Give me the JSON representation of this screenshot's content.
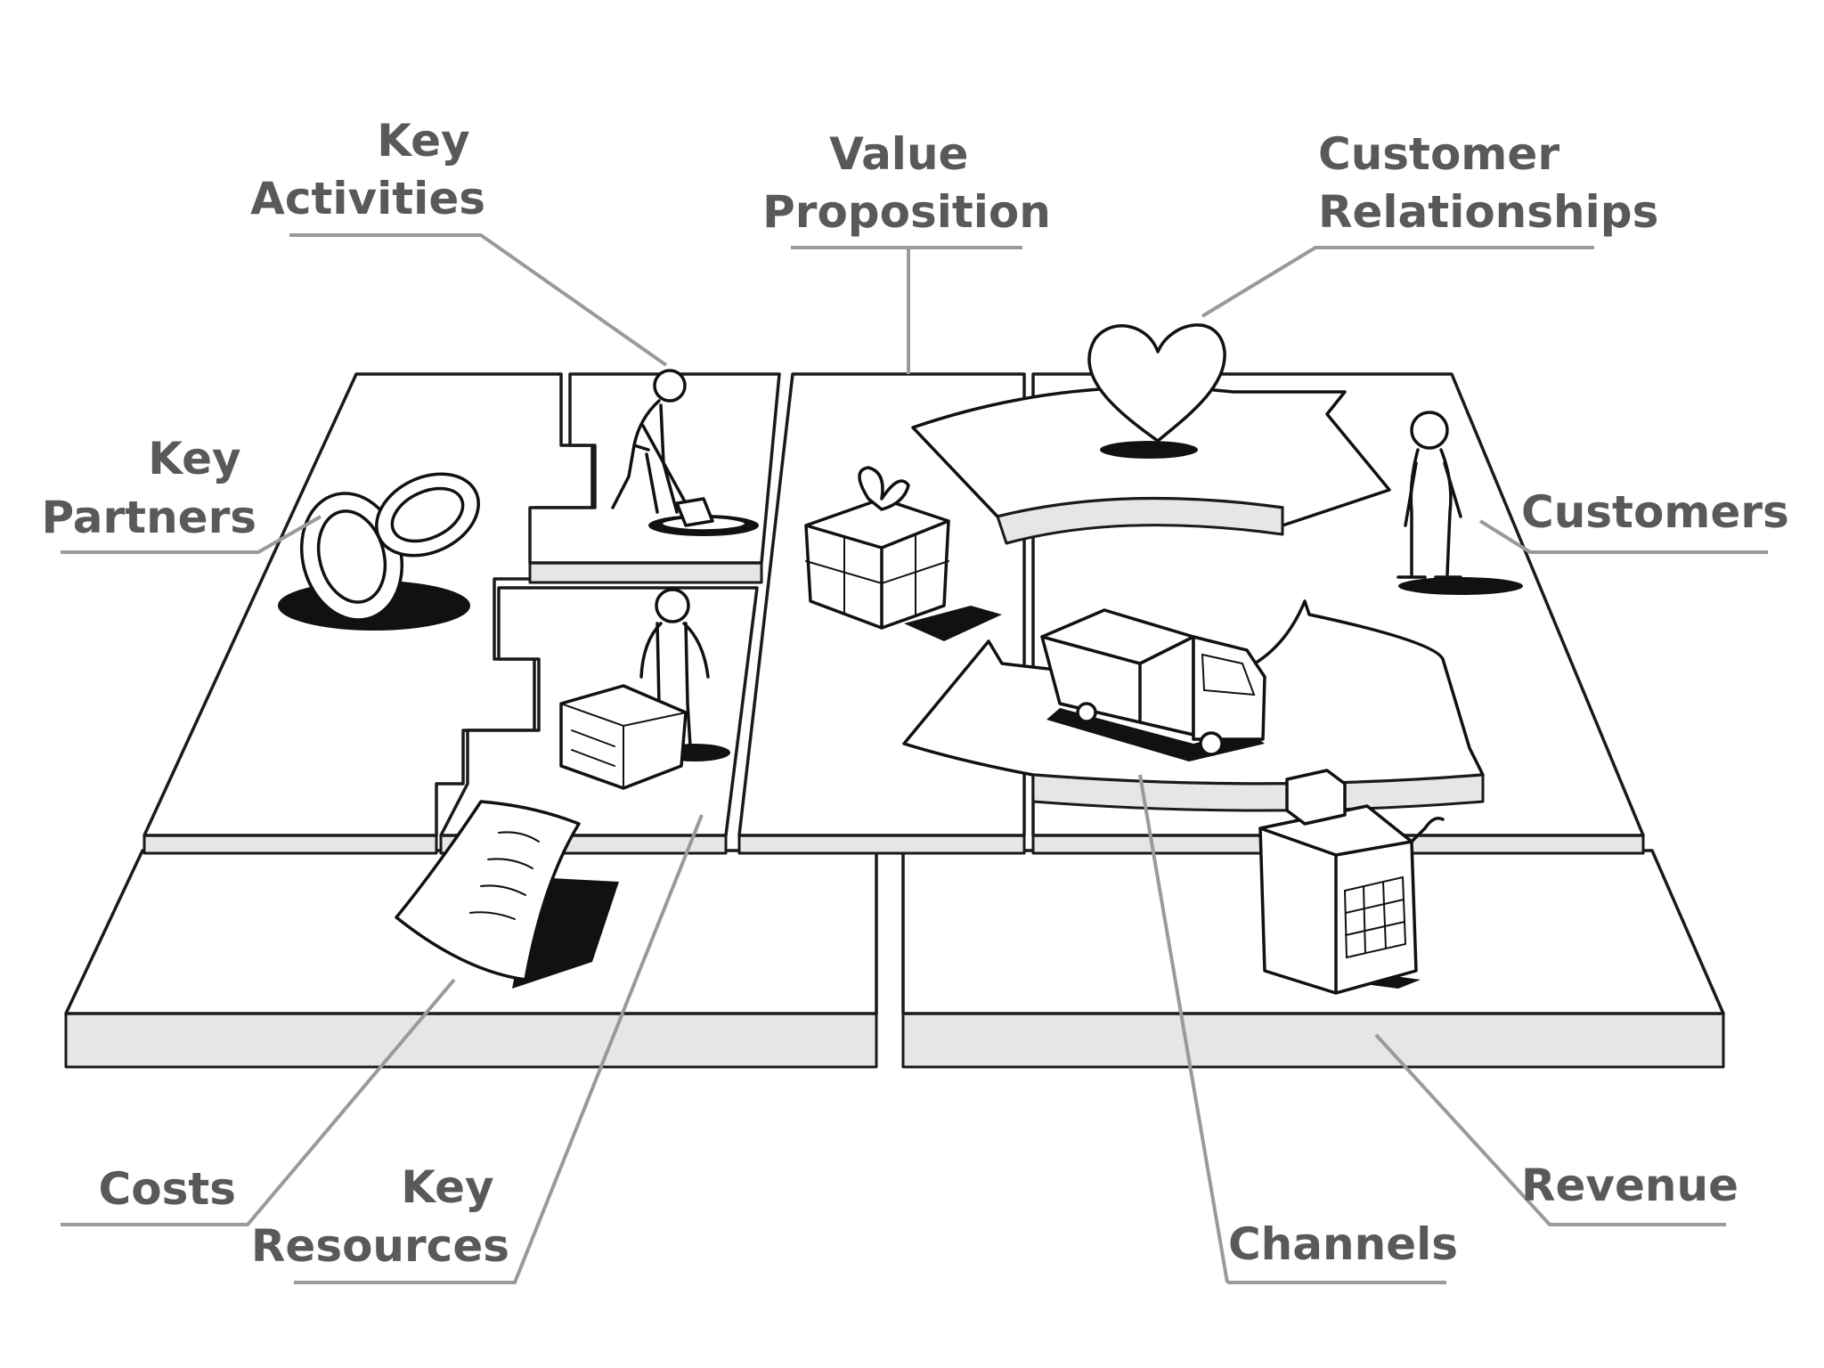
{
  "diagram": {
    "labels": {
      "key_activities": [
        "Key",
        "Activities"
      ],
      "value_proposition": [
        "Value",
        "Proposition"
      ],
      "customer_relationships": [
        "Customer",
        "Relationships"
      ],
      "key_partners": [
        "Key",
        "Partners"
      ],
      "customers": [
        "Customers"
      ],
      "costs": [
        "Costs"
      ],
      "key_resources": [
        "Key",
        "Resources"
      ],
      "channels": [
        "Channels"
      ],
      "revenue": [
        "Revenue"
      ]
    },
    "icons": {
      "key_partners": "linked-rings-icon",
      "key_activities": "person-digging-icon",
      "key_resources": "person-with-crate-icon",
      "value_proposition": "gift-box-icon",
      "customer_relationships": "heart-icon",
      "customers": "person-standing-icon",
      "channels": "delivery-truck-icon",
      "costs": "invoice-document-icon",
      "revenue": "cash-register-icon"
    },
    "colors": {
      "label": "#595959",
      "leader_line": "#9a9a9a",
      "ink": "#111111",
      "slab_side": "#e6e6e6"
    }
  }
}
